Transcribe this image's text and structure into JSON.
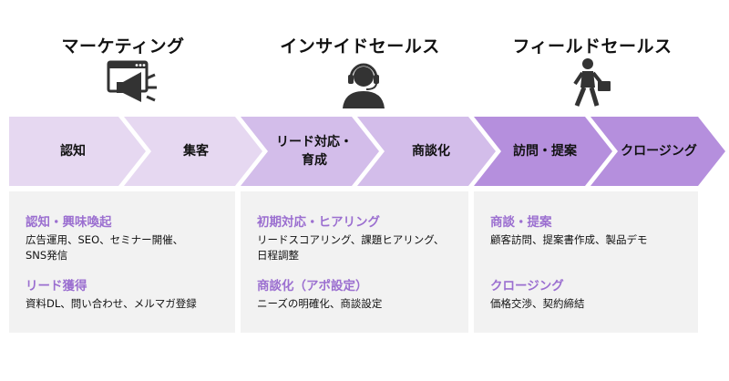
{
  "columns": [
    {
      "title": "マーケティング",
      "icon": "megaphone-screen-icon"
    },
    {
      "title": "インサイドセールス",
      "icon": "headset-operator-icon"
    },
    {
      "title": "フィールドセールス",
      "icon": "walking-businessman-icon"
    }
  ],
  "steps": [
    {
      "label": "認知",
      "color": "#e6d8f1"
    },
    {
      "label": "集客",
      "color": "#e6d8f1"
    },
    {
      "label": "リード対応・\n育成",
      "color": "#d3bdea"
    },
    {
      "label": "商談化",
      "color": "#d3bdea"
    },
    {
      "label": "訪問・提案",
      "color": "#b58fdd"
    },
    {
      "label": "クロージング",
      "color": "#b58fdd"
    }
  ],
  "panels": [
    {
      "sections": [
        {
          "title": "認知・興味喚起",
          "desc": "広告運用、SEO、セミナー開催、\nSNS発信"
        },
        {
          "title": "リード獲得",
          "desc": "資料DL、問い合わせ、メルマガ登録"
        }
      ]
    },
    {
      "sections": [
        {
          "title": "初期対応・ヒアリング",
          "desc": "リードスコアリング、課題ヒアリング、\n日程調整"
        },
        {
          "title": "商談化（アポ設定）",
          "desc": "ニーズの明確化、商談設定"
        }
      ]
    },
    {
      "sections": [
        {
          "title": "商談・提案",
          "desc": "顧客訪問、提案書作成、製品デモ"
        },
        {
          "title": "クロージング",
          "desc": "価格交渉、契約締結"
        }
      ]
    }
  ],
  "colors": {
    "accent_text": "#9b6fd0",
    "panel_bg": "#f2f2f2"
  }
}
